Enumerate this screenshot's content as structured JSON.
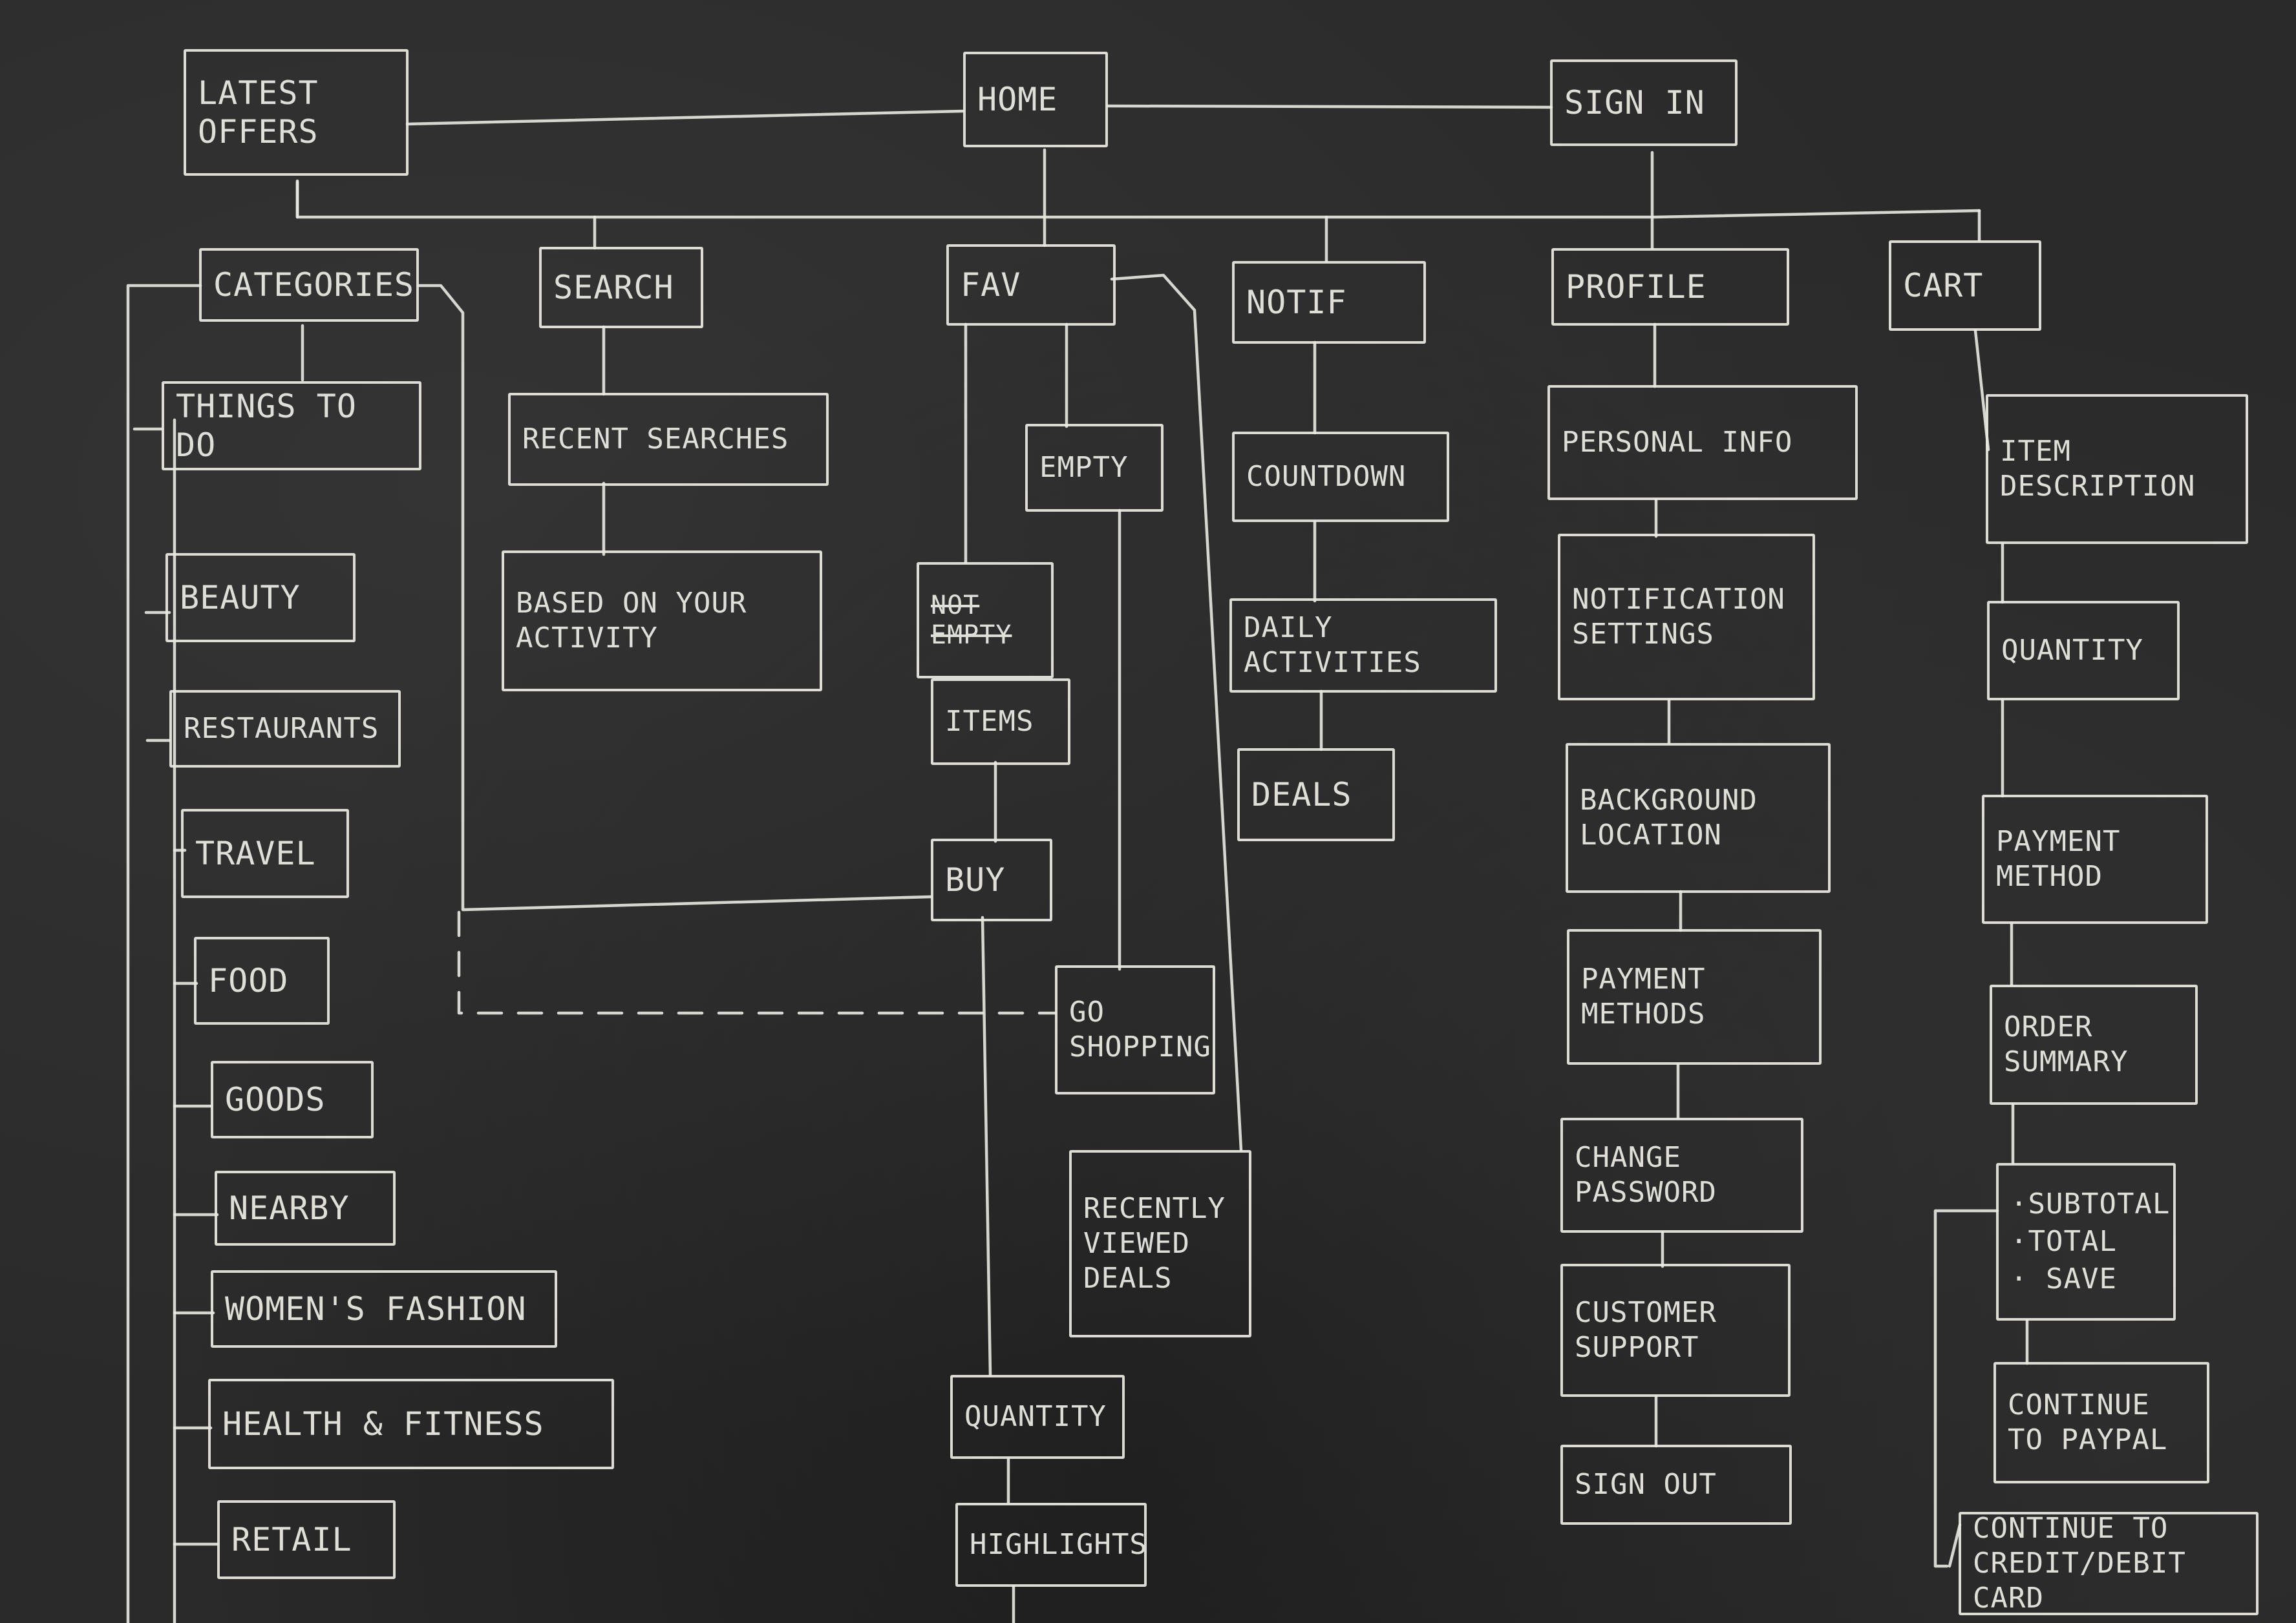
{
  "nodes": {
    "latest_offers": "LATEST\nOFFERS",
    "home": "HOME",
    "sign_in": "SIGN IN",
    "categories": "CATEGORIES",
    "things_to_do": "THINGS TO DO",
    "beauty": "BEAUTY",
    "restaurants": "RESTAURANTS",
    "travel": "TRAVEL",
    "food": "FOOD",
    "goods": "GOODS",
    "nearby": "NEARBY",
    "womens_fashion": "WOMEN'S FASHION",
    "health_fitness": "HEALTH & FITNESS",
    "retail": "RETAIL",
    "search": "SEARCH",
    "recent_searches": "RECENT SEARCHES",
    "based_on_activity": "BASED ON YOUR\nACTIVITY",
    "fav": "FAV",
    "empty": "EMPTY",
    "not_empty": "NOT\nEMPTY",
    "items": "ITEMS",
    "buy": "BUY",
    "go_shopping": "GO\nSHOPPING",
    "recently_viewed": "RECENTLY\nVIEWED\nDEALS",
    "quantity_fav": "QUANTITY",
    "highlights": "HIGHLIGHTS",
    "notif": "NOTIF",
    "countdown": "COUNTDOWN",
    "daily_activities": "DAILY ACTIVITIES",
    "deals": "DEALS",
    "profile": "PROFILE",
    "personal_info": "PERSONAL INFO",
    "notification_settings": "NOTIFICATION\nSETTINGS",
    "background_location": "BACKGROUND\nLOCATION",
    "payment_methods": "PAYMENT\nMETHODS",
    "change_password": "CHANGE\nPASSWORD",
    "customer_support": "CUSTOMER\nSUPPORT",
    "sign_out": "SIGN OUT",
    "cart": "CART",
    "item_description": "ITEM\nDESCRIPTION",
    "quantity_cart": "QUANTITY",
    "payment_method": "PAYMENT\nMETHOD",
    "order_summary": "ORDER\nSUMMARY",
    "summary_list": "·SUBTOTAL\n·TOTAL\n· SAVE",
    "continue_paypal": "CONTINUE\nTO PAYPAL",
    "continue_card": "CONTINUE TO\nCREDIT/DEBIT CARD"
  },
  "colors": {
    "chalkboard": "#2a2a2a",
    "chalk": "#e9e9e2"
  }
}
